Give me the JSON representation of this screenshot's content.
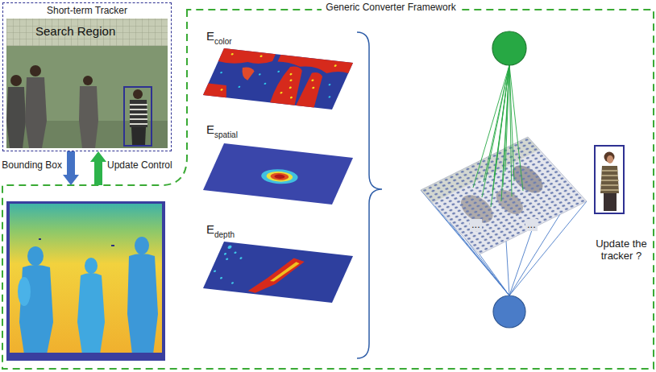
{
  "diagram": {
    "nodes": [
      {
        "text": [
          "Short-term Tracker"
        ]
      },
      {
        "text": [
          "Search Region"
        ],
        "in": 0
      },
      {
        "text": [
          "Generic Converter Framework"
        ]
      }
    ],
    "edges": [
      {
        "from": 0,
        "to": 2,
        "label": "Bounding Box",
        "arrow": "to"
      },
      {
        "from": 2,
        "to": 0,
        "label": "Update Control",
        "arrow": "to"
      }
    ],
    "labels": [
      "E",
      "color",
      "E",
      "spatial",
      "E",
      "depth",
      "...",
      "...",
      "Update the tracker ?"
    ]
  }
}
